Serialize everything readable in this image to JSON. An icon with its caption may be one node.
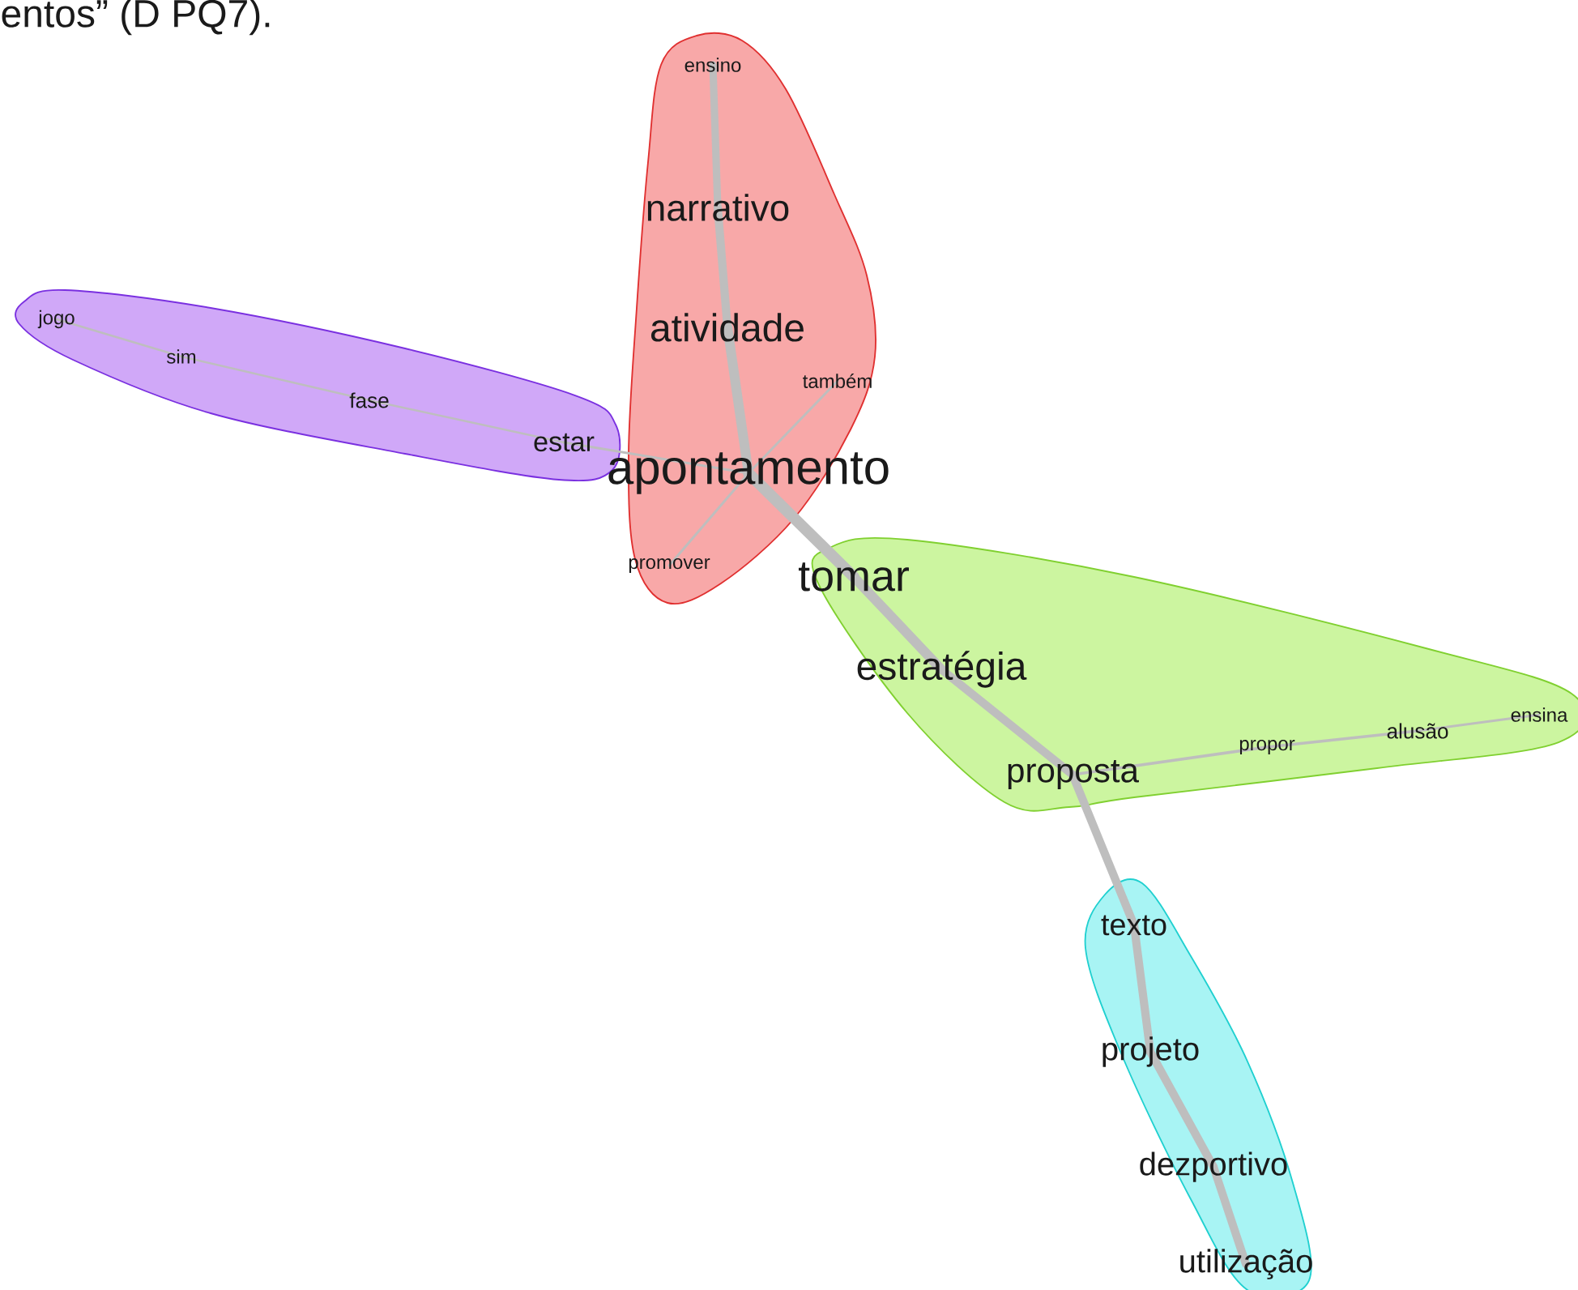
{
  "diagram": {
    "nodes": [
      {
        "text": [],
        "shape": "blob"
      },
      {
        "text": [
          "ensino"
        ],
        "in": 0
      },
      {
        "text": [
          "narrativo"
        ],
        "in": 0
      },
      {
        "text": [
          "atividade"
        ],
        "in": 0
      },
      {
        "text": [
          "também"
        ],
        "in": 0
      },
      {
        "text": [],
        "shape": "blob"
      },
      {
        "text": [
          "jogo"
        ],
        "in": 5
      },
      {
        "text": [
          "sim"
        ],
        "in": 5
      },
      {
        "text": [
          "fase"
        ],
        "in": 5
      },
      {
        "text": [
          "estar"
        ],
        "in": 5
      },
      {
        "text": [
          "apontamento"
        ]
      },
      {
        "text": [
          "promover"
        ],
        "in": 0
      },
      {
        "text": [
          "tomar"
        ]
      },
      {
        "text": [],
        "shape": "blob"
      },
      {
        "text": [
          "estratégia"
        ],
        "in": 13
      },
      {
        "text": [
          "proposta"
        ],
        "in": 13
      },
      {
        "text": [
          "propor"
        ],
        "in": 13
      },
      {
        "text": [
          "alusão"
        ],
        "in": 13
      },
      {
        "text": [
          "ensina"
        ],
        "in": 13
      },
      {
        "text": [],
        "shape": "blob"
      },
      {
        "text": [
          "texto"
        ],
        "in": 19
      },
      {
        "text": [
          "projeto"
        ],
        "in": 19
      },
      {
        "text": [
          "dezportivo"
        ],
        "in": 19
      },
      {
        "text": [
          "utilização"
        ],
        "in": 19
      }
    ],
    "edges": [
      {
        "from": 1,
        "to": 2,
        "arrow": "none"
      },
      {
        "from": 2,
        "to": 3,
        "arrow": "none"
      },
      {
        "from": 3,
        "to": 10,
        "arrow": "none"
      },
      {
        "from": 4,
        "to": 10,
        "arrow": "none"
      },
      {
        "from": 6,
        "to": 7,
        "arrow": "none"
      },
      {
        "from": 7,
        "to": 8,
        "arrow": "none"
      },
      {
        "from": 8,
        "to": 9,
        "arrow": "none"
      },
      {
        "from": 9,
        "to": 10,
        "arrow": "none"
      },
      {
        "from": 11,
        "to": 10,
        "arrow": "none"
      },
      {
        "from": 10,
        "to": 12,
        "arrow": "none"
      },
      {
        "from": 12,
        "to": 14,
        "arrow": "none"
      },
      {
        "from": 14,
        "to": 15,
        "arrow": "none"
      },
      {
        "from": 15,
        "to": 16,
        "arrow": "none"
      },
      {
        "from": 16,
        "to": 17,
        "arrow": "none"
      },
      {
        "from": 17,
        "to": 18,
        "arrow": "none"
      },
      {
        "from": 15,
        "to": 20,
        "arrow": "none"
      },
      {
        "from": 20,
        "to": 21,
        "arrow": "none"
      },
      {
        "from": 21,
        "to": 22,
        "arrow": "none"
      },
      {
        "from": 22,
        "to": 23,
        "arrow": "none"
      }
    ],
    "labels": [
      "entos” (D PQ7)."
    ]
  }
}
